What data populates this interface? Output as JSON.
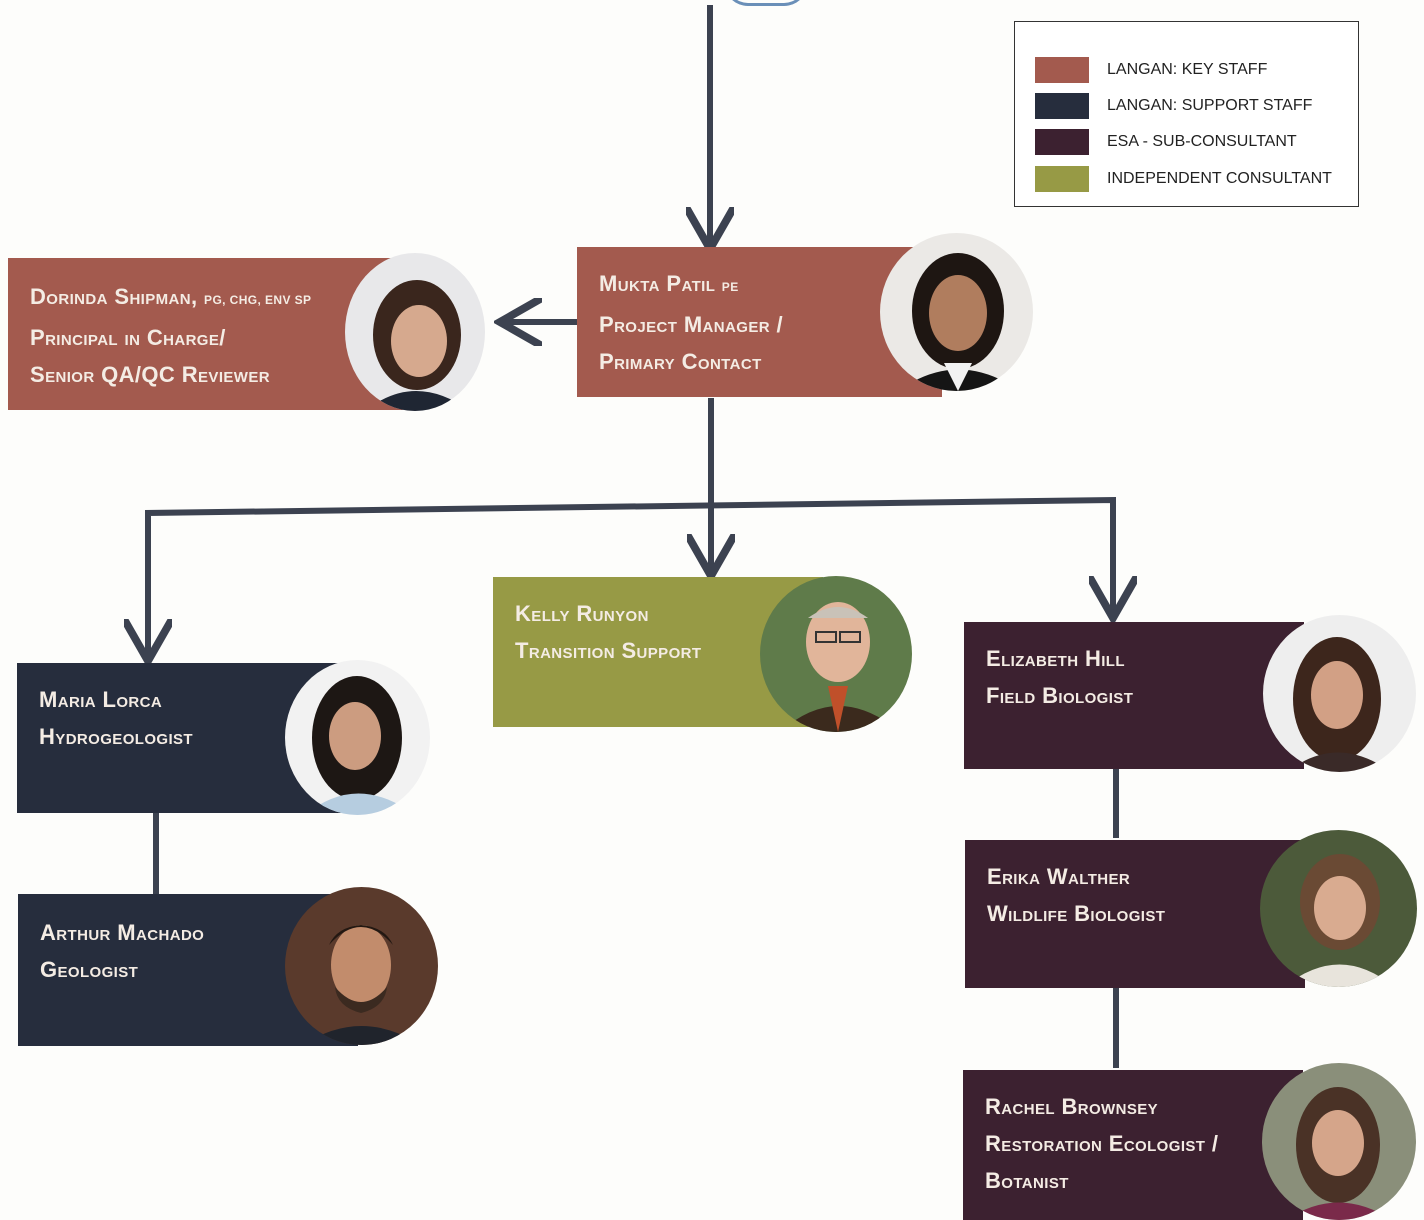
{
  "colors": {
    "key_staff": "#a35a4e",
    "support_staff": "#262d3d",
    "esa_sub_consultant": "#3c2130",
    "independent_consultant": "#979a45",
    "connector": "#3c4250"
  },
  "legend": [
    {
      "label": "LANGAN: KEY STAFF",
      "color": "#a35a4e"
    },
    {
      "label": "LANGAN: SUPPORT STAFF",
      "color": "#262d3d"
    },
    {
      "label": "ESA - SUB-CONSULTANT",
      "color": "#3c2130"
    },
    {
      "label": "INDEPENDENT CONSULTANT",
      "color": "#979a45"
    }
  ],
  "people": {
    "shipman": {
      "name": "Dorinda Shipman,",
      "credentials": "PG, CHG, ENV SP",
      "role_line1": "Principal in Charge/",
      "role_line2": "Senior QA/QC Reviewer",
      "category": "key_staff"
    },
    "patil": {
      "name": "Mukta Patil",
      "credentials": "PE",
      "role_line1": "Project Manager /",
      "role_line2": "Primary Contact",
      "category": "key_staff"
    },
    "runyon": {
      "name": "Kelly Runyon",
      "role_line1": "Transition Support",
      "category": "independent_consultant"
    },
    "lorca": {
      "name": "Maria Lorca",
      "role_line1": "Hydrogeologist",
      "category": "support_staff"
    },
    "machado": {
      "name": "Arthur Machado",
      "role_line1": "Geologist",
      "category": "support_staff"
    },
    "hill": {
      "name": "Elizabeth Hill",
      "role_line1": "Field Biologist",
      "category": "esa_sub_consultant"
    },
    "walther": {
      "name": "Erika Walther",
      "role_line1": "Wildlife Biologist",
      "category": "esa_sub_consultant"
    },
    "brownsey": {
      "name": "Rachel Brownsey",
      "role_line1": "Restoration Ecologist /",
      "role_line2": "Botanist",
      "category": "esa_sub_consultant"
    }
  }
}
